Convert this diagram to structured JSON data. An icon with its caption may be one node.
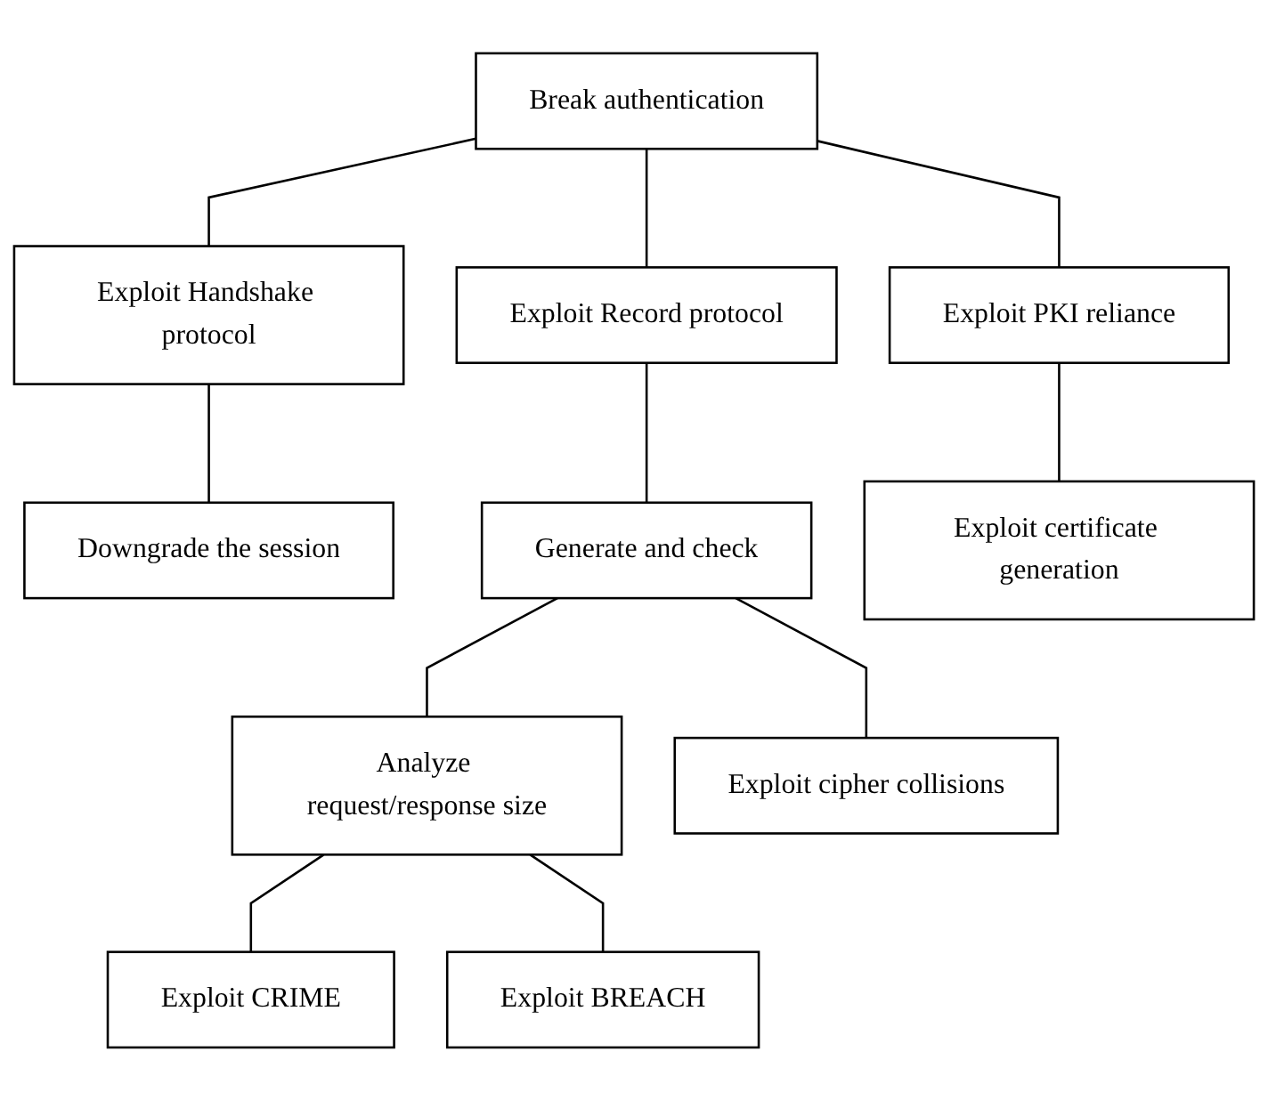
{
  "diagram": {
    "nodes": [
      {
        "text": [
          "Break authentication"
        ]
      },
      {
        "text": [
          "Exploit Handshake protocol"
        ]
      },
      {
        "text": [
          "Exploit Record protocol"
        ]
      },
      {
        "text": [
          "Exploit PKI reliance"
        ]
      },
      {
        "text": [
          "Downgrade the session"
        ]
      },
      {
        "text": [
          "Generate and check"
        ]
      },
      {
        "text": [
          "Exploit certificate generation"
        ]
      },
      {
        "text": [
          "Analyze request/response size"
        ]
      },
      {
        "text": [
          "Exploit cipher collisions"
        ]
      },
      {
        "text": [
          "Exploit CRIME"
        ]
      },
      {
        "text": [
          "Exploit BREACH"
        ]
      }
    ],
    "edges": [
      {
        "from": 0,
        "to": 1,
        "arrow": "none"
      },
      {
        "from": 0,
        "to": 2,
        "arrow": "none"
      },
      {
        "from": 0,
        "to": 3,
        "arrow": "none"
      },
      {
        "from": 1,
        "to": 4,
        "arrow": "none"
      },
      {
        "from": 2,
        "to": 5,
        "arrow": "none"
      },
      {
        "from": 3,
        "to": 6,
        "arrow": "none"
      },
      {
        "from": 5,
        "to": 7,
        "arrow": "none"
      },
      {
        "from": 5,
        "to": 8,
        "arrow": "none"
      },
      {
        "from": 7,
        "to": 9,
        "arrow": "none"
      },
      {
        "from": 7,
        "to": 10,
        "arrow": "none"
      }
    ]
  }
}
